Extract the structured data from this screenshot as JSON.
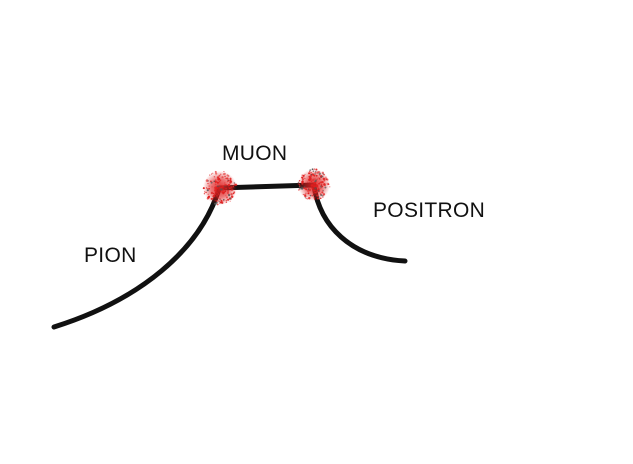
{
  "labels": {
    "muon": "MUON",
    "pion": "PION",
    "positron": "POSITRON"
  },
  "colors": {
    "track": "#111111",
    "decay_vertex": "#e02020",
    "background": "#ffffff"
  },
  "tracks": [
    "pion-track",
    "muon-track",
    "positron-track"
  ],
  "vertices": [
    "pion-decay-vertex",
    "muon-decay-vertex"
  ]
}
